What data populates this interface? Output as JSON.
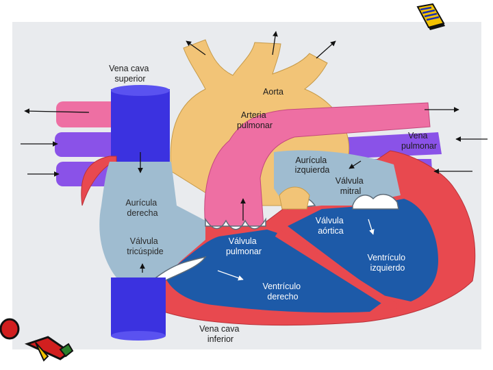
{
  "labels": {
    "vena_cava_superior": [
      "Vena cava",
      "superior"
    ],
    "aorta": [
      "Aorta"
    ],
    "arteria_pulmonar": [
      "Arteria",
      "pulmonar"
    ],
    "vena_pulmonar": [
      "Vena",
      "pulmonar"
    ],
    "auricula_izquierda": [
      "Aurícula",
      "izquierda"
    ],
    "valvula_mitral": [
      "Válvula",
      "mitral"
    ],
    "auricula_derecha": [
      "Aurícula",
      "derecha"
    ],
    "valvula_aortica": [
      "Válvula",
      "aórtica"
    ],
    "valvula_tricuspide": [
      "Válvula",
      "tricúspide"
    ],
    "valvula_pulmonar": [
      "Válvula",
      "pulmonar"
    ],
    "ventriculo_izquierdo": [
      "Ventrículo",
      "izquierdo"
    ],
    "ventriculo_derecho": [
      "Ventrículo",
      "derecho"
    ],
    "vena_cava_inferior": [
      "Vena cava",
      "inferior"
    ]
  },
  "icons": [
    "book-icon",
    "clipart-icon"
  ],
  "colors": {
    "aorta": "#f2c477",
    "pulmonary_artery": "#ee6fa3",
    "vena_cava": "#3b32e0",
    "pulmonary_veins": "#8a52e8",
    "atrium": "#9fbcd0",
    "ventricle": "#1d5aa8",
    "myocardium": "#e8494f"
  }
}
